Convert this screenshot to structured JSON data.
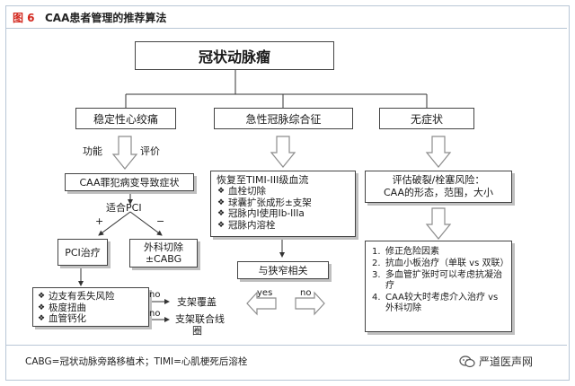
{
  "figure": {
    "label": "图 6",
    "title": "CAA患者管理的推荐算法"
  },
  "root": {
    "text": "冠状动脉瘤"
  },
  "branches": {
    "stable": "稳定性心绞痛",
    "acs": "急性冠脉综合征",
    "asymptomatic": "无症状"
  },
  "stable_path": {
    "function_label": "功能",
    "eval_label": "评价",
    "culprit": "CAA罪犯病变导致症状",
    "pci_question": "适合PCI",
    "plus": "+",
    "minus": "−",
    "pci_treatment": "PCI治疗",
    "surgery_line1": "外科切除",
    "surgery_line2": "±CABG",
    "risks": [
      "边支有丢失风险",
      "极度扭曲",
      "血管钙化"
    ],
    "no1": "no",
    "no2": "no",
    "stent_cover": "支架覆盖",
    "stent_combo_line1": "支架联合线",
    "stent_combo_line2": "圈"
  },
  "acs_path": {
    "restore": "恢复至TIMI-III级血流",
    "steps": [
      "血栓切除",
      "球囊扩张成形±支架",
      "冠脉内I使用Ib-IIIa",
      "冠脉内溶栓"
    ],
    "stenosis": "与狭窄相关",
    "yes": "yes",
    "no": "no"
  },
  "asymptomatic_path": {
    "assess_line1": "评估破裂/栓塞风险：",
    "assess_line2": "CAA的形态，范围，大小",
    "items": [
      "修正危险因素",
      "抗血小板治疗（单联 vs 双联）",
      "多血管扩张时可以考虑抗凝治疗",
      "CAA较大时考虑介入治疗 vs 外科切除"
    ]
  },
  "footnote": "CABG=冠状动脉旁路移植术；TIMI=心肌梗死后溶栓",
  "watermark": "严道医声网",
  "colors": {
    "label_red": "#d2261c",
    "frame_blue": "#b9c7d6",
    "arrow_gray": "#8c8c8c"
  }
}
